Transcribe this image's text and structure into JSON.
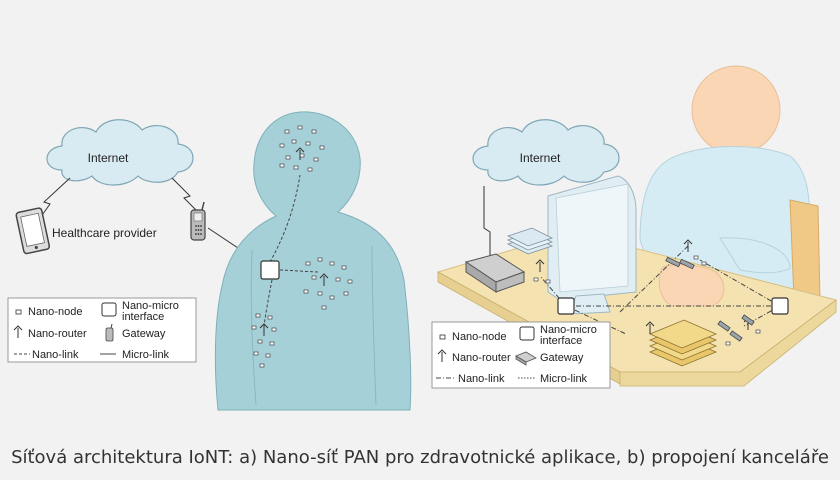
{
  "caption": "Síťová architektura IoNT: a) Nano-síť PAN pro zdravotnické aplikace, b) propojení kanceláře",
  "left_panel": {
    "cloud_label": "Internet",
    "provider_label": "Healthcare provider",
    "legend": {
      "nano_node": "Nano-node",
      "interface_line1": "Nano-micro",
      "interface_line2": "interface",
      "nano_router": "Nano-router",
      "gateway": "Gateway",
      "nano_link": "Nano-link",
      "micro_link": "Micro-link"
    }
  },
  "right_panel": {
    "cloud_label": "Internet",
    "legend": {
      "nano_node": "Nano-node",
      "interface_line1": "Nano-micro",
      "interface_line2": "interface",
      "nano_router": "Nano-router",
      "gateway": "Gateway",
      "nano_link": "Nano-link",
      "micro_link": "Micro-link"
    }
  },
  "colors": {
    "background": "#f2f2f2",
    "cloud": "#d9ebf2",
    "body": "#a6d0d8",
    "person_skin": "#fad6b4",
    "person_shirt": "#d6ecf4",
    "desk": "#f4e3b1",
    "monitor": "#e0eef4"
  }
}
